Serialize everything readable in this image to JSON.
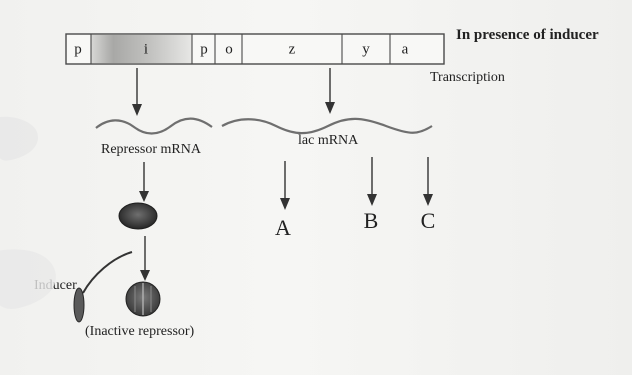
{
  "operon": {
    "segments": [
      {
        "label": "p"
      },
      {
        "label": "i"
      },
      {
        "label": "p"
      },
      {
        "label": "o"
      },
      {
        "label": "z"
      },
      {
        "label": "y"
      },
      {
        "label": "a"
      }
    ]
  },
  "labels": {
    "condition": "In presence of inducer",
    "transcription": "Transcription",
    "repressor_mrna": "Repressor mRNA",
    "lac_mrna": "lac mRNA",
    "inducer": "Inducer",
    "inactive_repressor": "(Inactive repressor)"
  },
  "products": {
    "a": "A",
    "b": "B",
    "c": "C"
  }
}
